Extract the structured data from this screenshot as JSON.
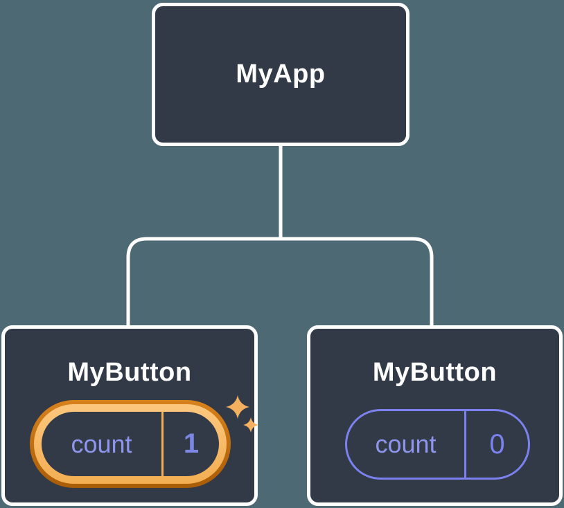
{
  "colors": {
    "background": "#4d6973",
    "node_fill": "#333a47",
    "node_border": "#ffffff",
    "connector": "#ffffff",
    "label_text": "#ffffff",
    "state_key_text": "#8d96ec",
    "state_value_hot_text": "#7b87e2",
    "cool_accent": "#7b82f0",
    "hot_ring_outer_top": "#d8821c",
    "hot_ring_outer_bottom": "#a85c06",
    "hot_ring_inner_top": "#fcc77e",
    "hot_ring_inner_bottom": "#f3ae52",
    "hot_divider": "#f3b055",
    "sparkle": "#f5b160"
  },
  "tree": {
    "root": {
      "label": "MyApp"
    },
    "children": [
      {
        "label": "MyButton",
        "state": {
          "key": "count",
          "value": "1"
        },
        "highlighted": true
      },
      {
        "label": "MyButton",
        "state": {
          "key": "count",
          "value": "0"
        },
        "highlighted": false
      }
    ]
  }
}
